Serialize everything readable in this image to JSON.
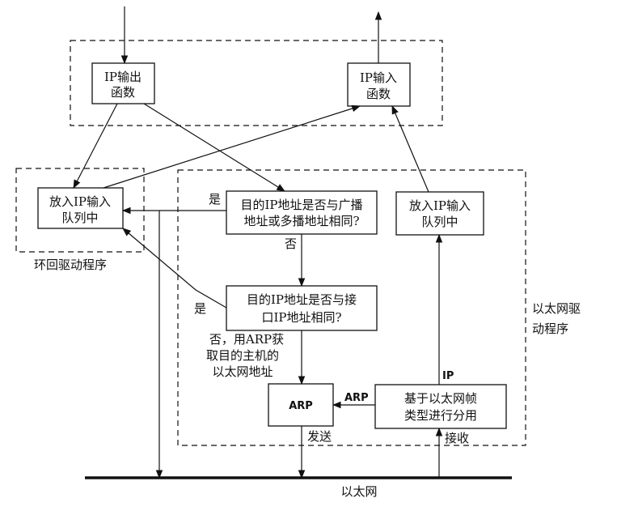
{
  "boxes": {
    "ip_output": [
      "IP输出",
      "函数"
    ],
    "ip_input": [
      "IP输入",
      "函数"
    ],
    "loop_queue": [
      "放入IP输入",
      "队列中"
    ],
    "eth_queue": [
      "放入IP输入",
      "队列中"
    ],
    "broadcast_check": [
      "目的IP地址是否与广播",
      "地址或多播地址相同?"
    ],
    "iface_check": [
      "目的IP地址是否与接",
      "口IP地址相同?"
    ],
    "arp": "ARP",
    "demux": [
      "基于以太网帧",
      "类型进行分用"
    ]
  },
  "regions": {
    "loopback": "环回驱动程序",
    "ethernet": [
      "以太网驱",
      "动程序"
    ]
  },
  "labels": {
    "yes1": "是",
    "no1": "否",
    "yes2": "是",
    "no2": [
      "否，用ARP获",
      "取目的主机的",
      "以太网地址"
    ],
    "arp_edge": "ARP",
    "ip_edge": "IP",
    "send": "发送",
    "receive": "接收",
    "ethernet": "以太网"
  }
}
